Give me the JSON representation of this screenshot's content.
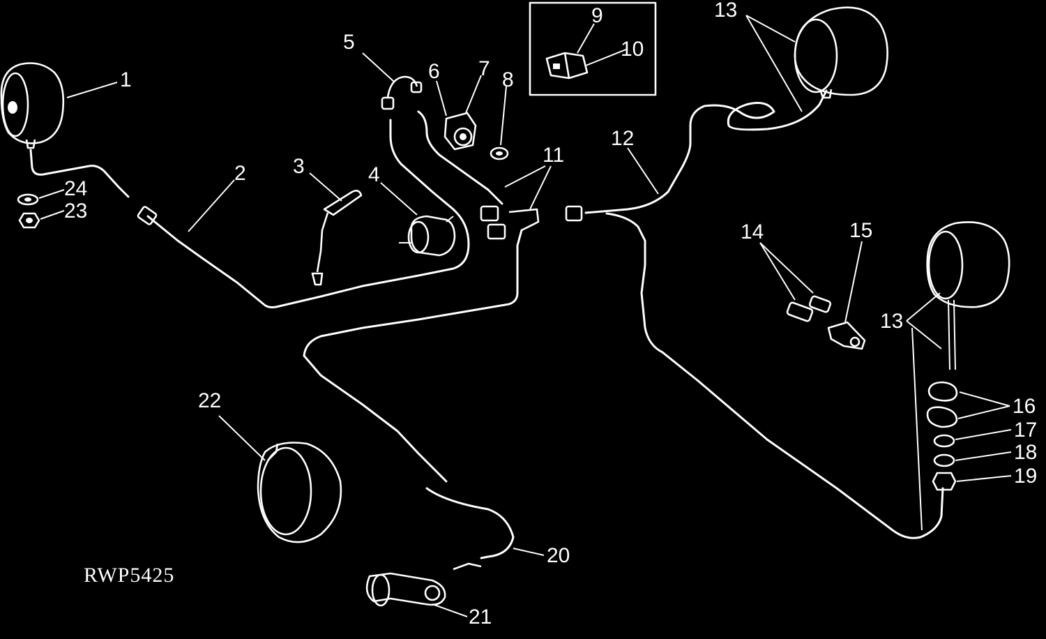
{
  "diagram": {
    "reference_code": "RWP5425",
    "callouts": [
      {
        "id": "c1",
        "label": "1"
      },
      {
        "id": "c2",
        "label": "2"
      },
      {
        "id": "c3",
        "label": "3"
      },
      {
        "id": "c4",
        "label": "4"
      },
      {
        "id": "c5",
        "label": "5"
      },
      {
        "id": "c6",
        "label": "6"
      },
      {
        "id": "c7",
        "label": "7"
      },
      {
        "id": "c8",
        "label": "8"
      },
      {
        "id": "c9",
        "label": "9"
      },
      {
        "id": "c10",
        "label": "10"
      },
      {
        "id": "c11",
        "label": "11"
      },
      {
        "id": "c12",
        "label": "12"
      },
      {
        "id": "c13a",
        "label": "13"
      },
      {
        "id": "c13b",
        "label": "13"
      },
      {
        "id": "c14",
        "label": "14"
      },
      {
        "id": "c15",
        "label": "15"
      },
      {
        "id": "c16",
        "label": "16"
      },
      {
        "id": "c17",
        "label": "17"
      },
      {
        "id": "c18",
        "label": "18"
      },
      {
        "id": "c19",
        "label": "19"
      },
      {
        "id": "c20",
        "label": "20"
      },
      {
        "id": "c21",
        "label": "21"
      },
      {
        "id": "c22",
        "label": "22"
      },
      {
        "id": "c23",
        "label": "23"
      },
      {
        "id": "c24",
        "label": "24"
      }
    ]
  }
}
